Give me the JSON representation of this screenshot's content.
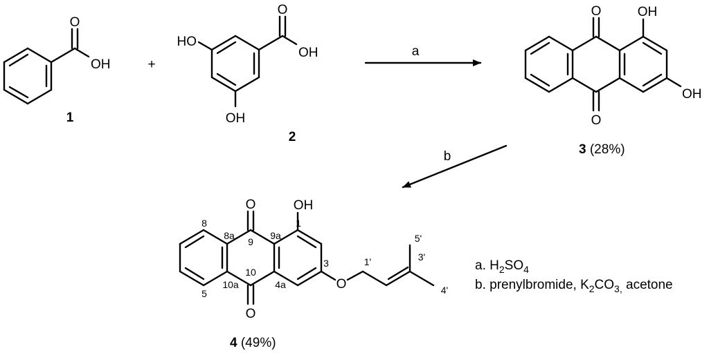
{
  "compounds": {
    "c1": {
      "number": "1",
      "oh": "OH",
      "o": "O"
    },
    "c2": {
      "number": "2",
      "oh_carboxyl": "OH",
      "o": "O",
      "oh_top": "HO",
      "oh_bottom": "OH"
    },
    "c3": {
      "number": "3",
      "yield": "(28%)",
      "o_top": "O",
      "o_bottom": "O",
      "oh_1": "OH",
      "oh_3": "OH"
    },
    "c4": {
      "number": "4",
      "yield": "(49%)",
      "o_top": "O",
      "o_bottom": "O",
      "oh_1": "OH",
      "ether_o": "O",
      "locants": {
        "l1": "1",
        "l3": "3",
        "l4a": "4a",
        "l5": "5",
        "l8": "8",
        "l8a": "8a",
        "l9": "9",
        "l9a": "9a",
        "l10": "10",
        "l10a": "10a",
        "l1p": "1'",
        "l3p": "3'",
        "l4p": "4'",
        "l5p": "5'"
      }
    }
  },
  "operators": {
    "plus": "+"
  },
  "arrows": {
    "step_a": "a",
    "step_b": "b"
  },
  "conditions": {
    "a_prefix": "a. H",
    "a_sub1": "2",
    "a_mid": "SO",
    "a_sub2": "4",
    "b_prefix": "b. prenylbromide, K",
    "b_sub1": "2",
    "b_mid": "CO",
    "b_sub2": "3,",
    "b_suffix": " acetone"
  }
}
